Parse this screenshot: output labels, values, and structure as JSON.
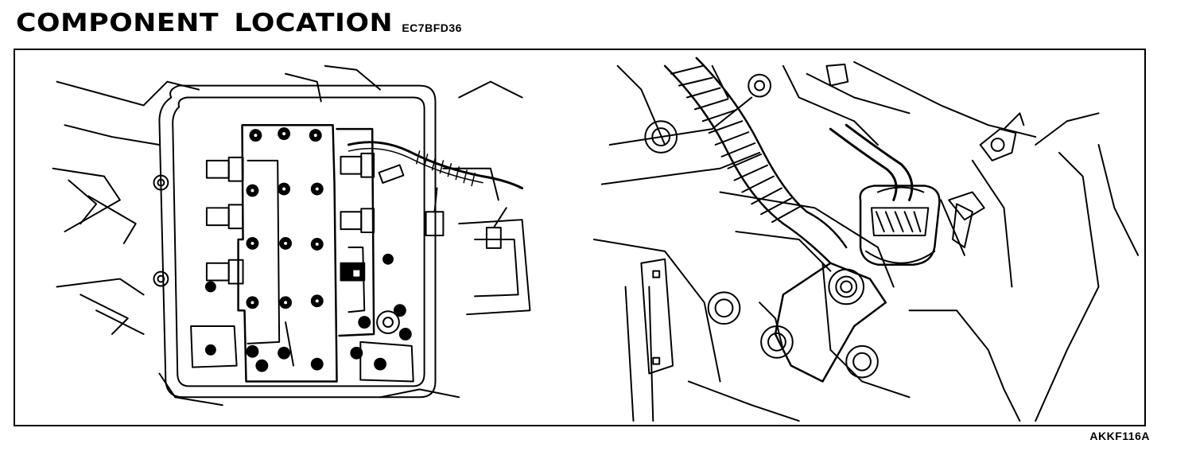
{
  "header": {
    "title": "COMPONENT LOCATION",
    "code": "EC7BFD36"
  },
  "figure": {
    "left_panel": "control-valve-assembly",
    "right_panel": "connector-and-harness",
    "reference": "AKKF116A"
  }
}
